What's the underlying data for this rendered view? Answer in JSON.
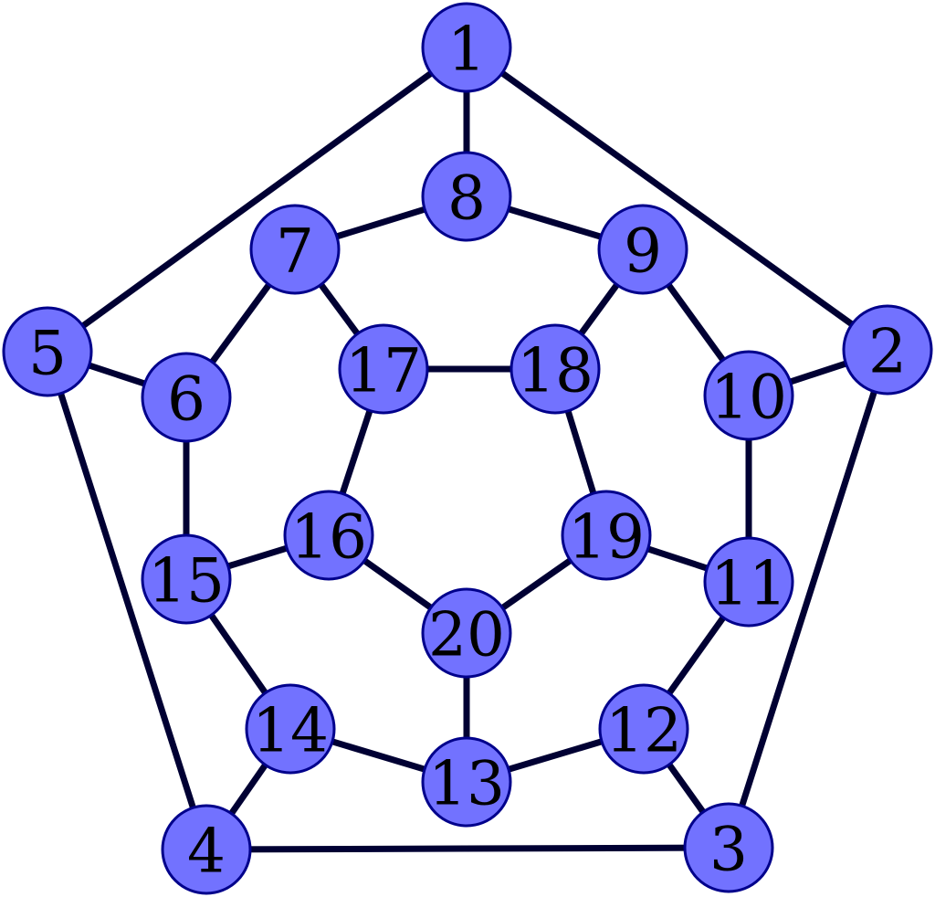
{
  "graph": {
    "nodes": [
      {
        "id": "1",
        "label": "1"
      },
      {
        "id": "2",
        "label": "2"
      },
      {
        "id": "3",
        "label": "3"
      },
      {
        "id": "4",
        "label": "4"
      },
      {
        "id": "5",
        "label": "5"
      },
      {
        "id": "6",
        "label": "6"
      },
      {
        "id": "7",
        "label": "7"
      },
      {
        "id": "8",
        "label": "8"
      },
      {
        "id": "9",
        "label": "9"
      },
      {
        "id": "10",
        "label": "10"
      },
      {
        "id": "11",
        "label": "11"
      },
      {
        "id": "12",
        "label": "12"
      },
      {
        "id": "13",
        "label": "13"
      },
      {
        "id": "14",
        "label": "14"
      },
      {
        "id": "15",
        "label": "15"
      },
      {
        "id": "16",
        "label": "16"
      },
      {
        "id": "17",
        "label": "17"
      },
      {
        "id": "18",
        "label": "18"
      },
      {
        "id": "19",
        "label": "19"
      },
      {
        "id": "20",
        "label": "20"
      }
    ],
    "edges": [
      [
        "1",
        "2"
      ],
      [
        "2",
        "3"
      ],
      [
        "3",
        "4"
      ],
      [
        "4",
        "5"
      ],
      [
        "5",
        "1"
      ],
      [
        "1",
        "8"
      ],
      [
        "2",
        "10"
      ],
      [
        "3",
        "12"
      ],
      [
        "4",
        "14"
      ],
      [
        "5",
        "6"
      ],
      [
        "6",
        "7"
      ],
      [
        "7",
        "8"
      ],
      [
        "8",
        "9"
      ],
      [
        "9",
        "10"
      ],
      [
        "10",
        "11"
      ],
      [
        "11",
        "12"
      ],
      [
        "12",
        "13"
      ],
      [
        "13",
        "14"
      ],
      [
        "14",
        "15"
      ],
      [
        "15",
        "6"
      ],
      [
        "7",
        "17"
      ],
      [
        "9",
        "18"
      ],
      [
        "11",
        "19"
      ],
      [
        "13",
        "20"
      ],
      [
        "15",
        "16"
      ],
      [
        "16",
        "17"
      ],
      [
        "17",
        "18"
      ],
      [
        "18",
        "19"
      ],
      [
        "19",
        "20"
      ],
      [
        "20",
        "16"
      ]
    ],
    "colors": {
      "node_fill": "#7272ff",
      "node_stroke": "#00008b",
      "edge": "#000033",
      "label": "#000000"
    }
  }
}
